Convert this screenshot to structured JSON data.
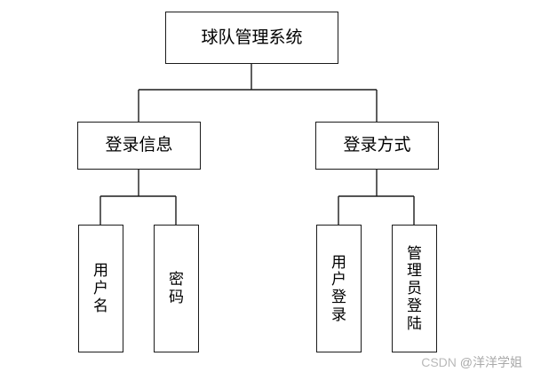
{
  "diagram": {
    "type": "tree",
    "orientation": "top-down",
    "root": {
      "label": "球队管理系统"
    },
    "level1": [
      {
        "label": "登录信息"
      },
      {
        "label": "登录方式"
      }
    ],
    "level2": [
      {
        "label": "用户名",
        "parent": "登录信息"
      },
      {
        "label": "密码",
        "parent": "登录信息"
      },
      {
        "label": "用户登录",
        "parent": "登录方式"
      },
      {
        "label": "管理员登陆",
        "parent": "登录方式"
      }
    ],
    "style": {
      "line_color": "#1b1b1b",
      "box_fill": "#ffffff",
      "text_color": "#000000",
      "background": "#ffffff"
    }
  },
  "watermark": {
    "prefix": "CSDN ",
    "handle": "@洋洋学姐"
  }
}
